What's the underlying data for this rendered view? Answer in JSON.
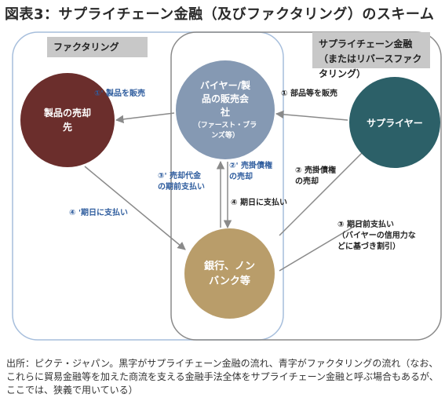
{
  "title": "図表3：サプライチェーン金融（及びファクタリング）のスキーム",
  "factoring_label": "ファクタリング",
  "supplier_finance_label": [
    "サプライチェーン金融",
    "（またはリバースファクタリング）"
  ],
  "nodes": {
    "sales_dest": [
      "製品の売却",
      "先"
    ],
    "buyer": [
      "バイヤー/製",
      "品の販売会",
      "社"
    ],
    "buyer_sub": [
      "（ファースト・ブラ",
      "ンズ等）"
    ],
    "supplier": "サプライヤー",
    "bank": [
      "銀行、ノン",
      "バンク等"
    ]
  },
  "labels": {
    "l1p": "①' 製品を販売",
    "l1": "① 部品等を販売",
    "l2": [
      "② 売掛債権",
      "の売却"
    ],
    "l2p": [
      "②' 売掛債権",
      "の売却"
    ],
    "l3p": [
      "③' 売却代金",
      "の期前支払い"
    ],
    "l4": "④ 期日に支払い",
    "l4p": "④ '期日に支払い",
    "l3": [
      "③ 期日前支払い",
      "（バイヤーの信用力な",
      "どに基づき割引）"
    ]
  },
  "colors": {
    "blue": "#2f5d9e",
    "black": "#222222"
  },
  "footer": "出所：ピクテ・ジャパン。黒字がサプライチェーン金融の流れ、青字がファクタリングの流れ（なお、これらに貿易金融等を加えた商流を支える金融手法全体をサプライチェーン金融と呼ぶ場合もあるが、ここでは、狭義で用いている）"
}
